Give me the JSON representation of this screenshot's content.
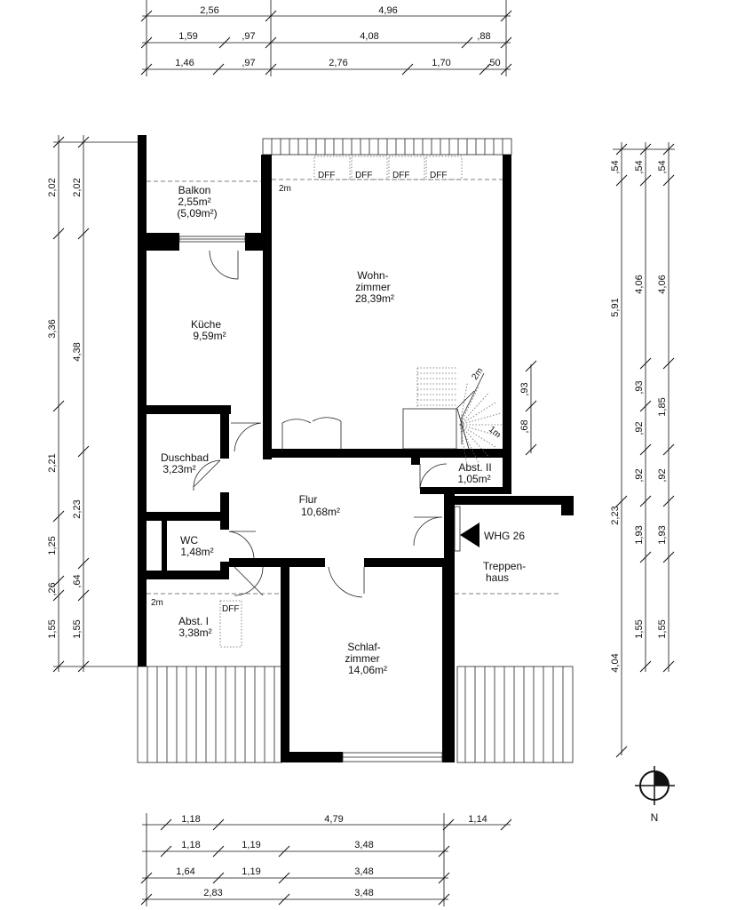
{
  "dims_top": [
    [
      "2,56",
      "4,96"
    ],
    [
      "1,59",
      ",97",
      "4,08",
      ",88"
    ],
    [
      "1,46",
      ",97",
      "2,76",
      "1,70",
      ",50"
    ]
  ],
  "dims_bottom": [
    [
      "1,18",
      "4,79",
      "1,14"
    ],
    [
      "1,18",
      "1,19",
      "3,48"
    ],
    [
      "1,64",
      "1,19",
      "3,48"
    ],
    [
      "2,83",
      "3,48"
    ]
  ],
  "dims_left": [
    [
      "2,02",
      "3,36",
      "2,21",
      "1,25",
      ",26",
      "1,55"
    ],
    [
      "2,02",
      "4,38",
      "2,23",
      ",64",
      "1,55"
    ]
  ],
  "dims_right": [
    [
      ",54",
      "5,91",
      "4,04"
    ],
    [
      ",54",
      "4,06",
      ",93",
      ",92",
      ",92",
      "2,23",
      "1,93",
      "1,55"
    ],
    [
      ",54",
      "4,06",
      "1,85",
      ",92",
      "1,93",
      "1,55"
    ]
  ],
  "dims_stair": [
    ",93",
    ",68"
  ],
  "rooms": {
    "balkon": [
      "Balkon",
      "2,55m²",
      "(5,09m²)"
    ],
    "kueche": [
      "Küche",
      "9,59m²"
    ],
    "wohnzimmer": [
      "Wohn-",
      "zimmer",
      "28,39m²"
    ],
    "duschbad": [
      "Duschbad",
      "3,23m²"
    ],
    "flur": [
      "Flur",
      "10,68m²"
    ],
    "abst2": [
      "Abst. II",
      "1,05m²"
    ],
    "wc": [
      "WC",
      "1,48m²"
    ],
    "treppenhaus": [
      "Treppen-",
      "haus"
    ],
    "abst1": [
      "Abst. I",
      "3,38m²"
    ],
    "schlafzimmer": [
      "Schlaf-",
      "zimmer",
      "14,06m²"
    ]
  },
  "apartment_label": "WHG 26",
  "dff_label": "DFF",
  "height_2m": "2m",
  "height_1m": "1m",
  "stair_2m": "2m",
  "compass_label": "N"
}
